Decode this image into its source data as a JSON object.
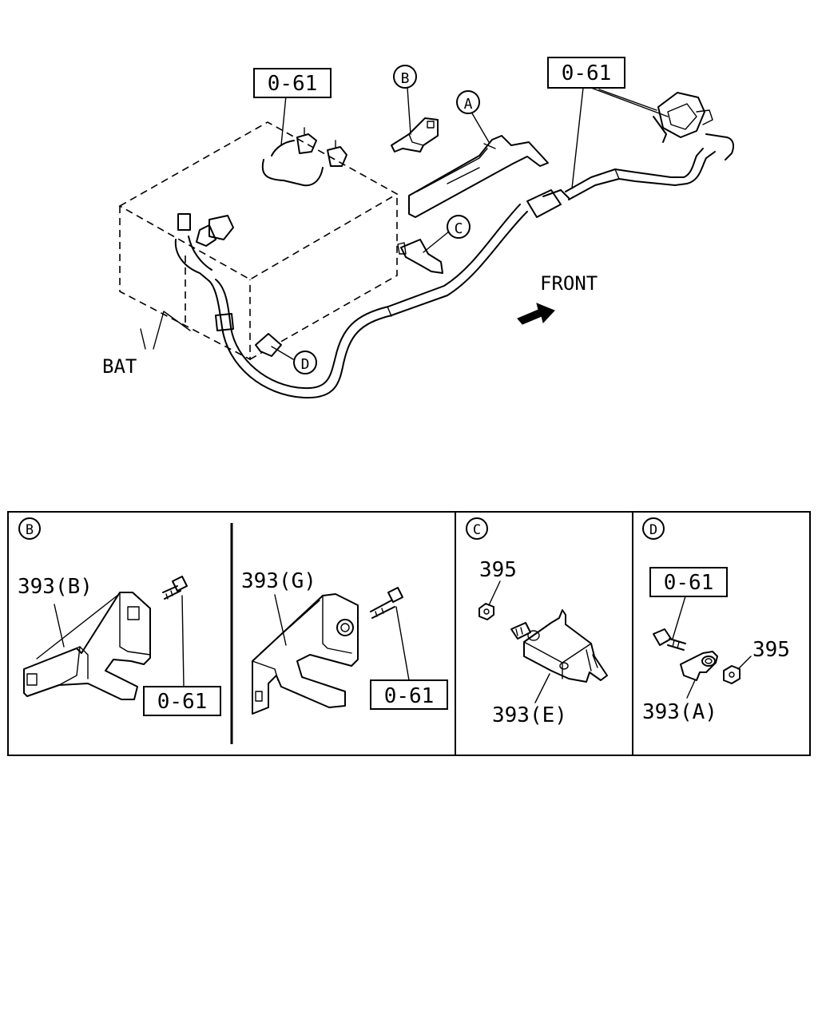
{
  "main": {
    "ref_top_left": "0-61",
    "ref_top_right": "0-61",
    "callout_a": "A",
    "callout_b": "B",
    "callout_c": "C",
    "callout_d": "D",
    "bat_label": "BAT",
    "front_label": "FRONT"
  },
  "panels": {
    "b": {
      "title": "B",
      "left_part": "393(B)",
      "left_ref": "0-61",
      "right_part": "393(G)",
      "right_ref": "0-61"
    },
    "c": {
      "title": "C",
      "nut": "395",
      "part": "393(E)"
    },
    "d": {
      "title": "D",
      "ref": "0-61",
      "nut": "395",
      "part": "393(A)"
    }
  }
}
